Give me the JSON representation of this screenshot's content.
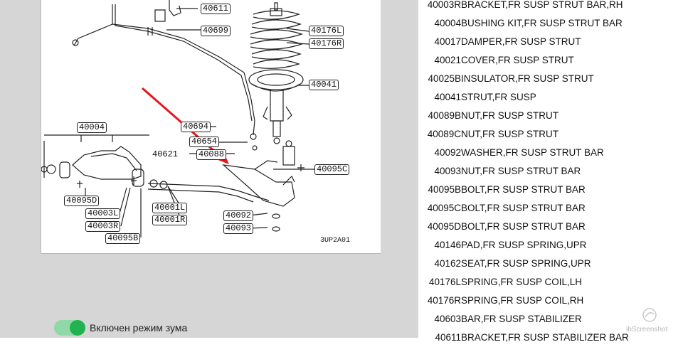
{
  "diagram": {
    "callouts": {
      "c40611": "40611",
      "c40699": "40699",
      "c40176L": "40176L",
      "c40176R": "40176R",
      "c40041": "40041",
      "c40004": "40004",
      "c40694": "40694",
      "c40654": "40654",
      "c40621": "40621",
      "c40088": "40088",
      "c40095C": "40095C",
      "c40095D": "40095D",
      "c40003L": "40003L",
      "c40003R": "40003R",
      "c40095B": "40095B",
      "c40001L": "40001L",
      "c40001R": "40001R",
      "c40092": "40092",
      "c40093": "40093"
    },
    "figure_code": "3UP2A01"
  },
  "zoom": {
    "label": "Включен режим зума",
    "enabled": true,
    "color": "#21b34f"
  },
  "parts": [
    {
      "num": "40003R",
      "desc": "BRACKET,FR SUSP STRUT BAR,RH"
    },
    {
      "num": "40004",
      "desc": "BUSHING KIT,FR SUSP STRUT BAR"
    },
    {
      "num": "40017",
      "desc": "DAMPER,FR SUSP STRUT"
    },
    {
      "num": "40021",
      "desc": "COVER,FR SUSP STRUT"
    },
    {
      "num": "40025B",
      "desc": "INSULATOR,FR SUSP STRUT"
    },
    {
      "num": "40041",
      "desc": "STRUT,FR SUSP"
    },
    {
      "num": "40089B",
      "desc": "NUT,FR SUSP STRUT"
    },
    {
      "num": "40089C",
      "desc": "NUT,FR SUSP STRUT"
    },
    {
      "num": "40092",
      "desc": "WASHER,FR SUSP STRUT BAR"
    },
    {
      "num": "40093",
      "desc": "NUT,FR SUSP STRUT BAR"
    },
    {
      "num": "40095B",
      "desc": "BOLT,FR SUSP STRUT BAR"
    },
    {
      "num": "40095C",
      "desc": "BOLT,FR SUSP STRUT BAR"
    },
    {
      "num": "40095D",
      "desc": "BOLT,FR SUSP STRUT BAR"
    },
    {
      "num": "40146",
      "desc": "PAD,FR SUSP SPRING,UPR"
    },
    {
      "num": "40162",
      "desc": "SEAT,FR SUSP SPRING,UPR"
    },
    {
      "num": "40176L",
      "desc": "SPRING,FR SUSP COIL,LH"
    },
    {
      "num": "40176R",
      "desc": "SPRING,FR SUSP COIL,RH"
    },
    {
      "num": "40603",
      "desc": "BAR,FR SUSP STABILIZER"
    },
    {
      "num": "40611",
      "desc": "BRACKET,FR SUSP STABILIZER BAR"
    }
  ],
  "watermark": "ibScreenshot"
}
